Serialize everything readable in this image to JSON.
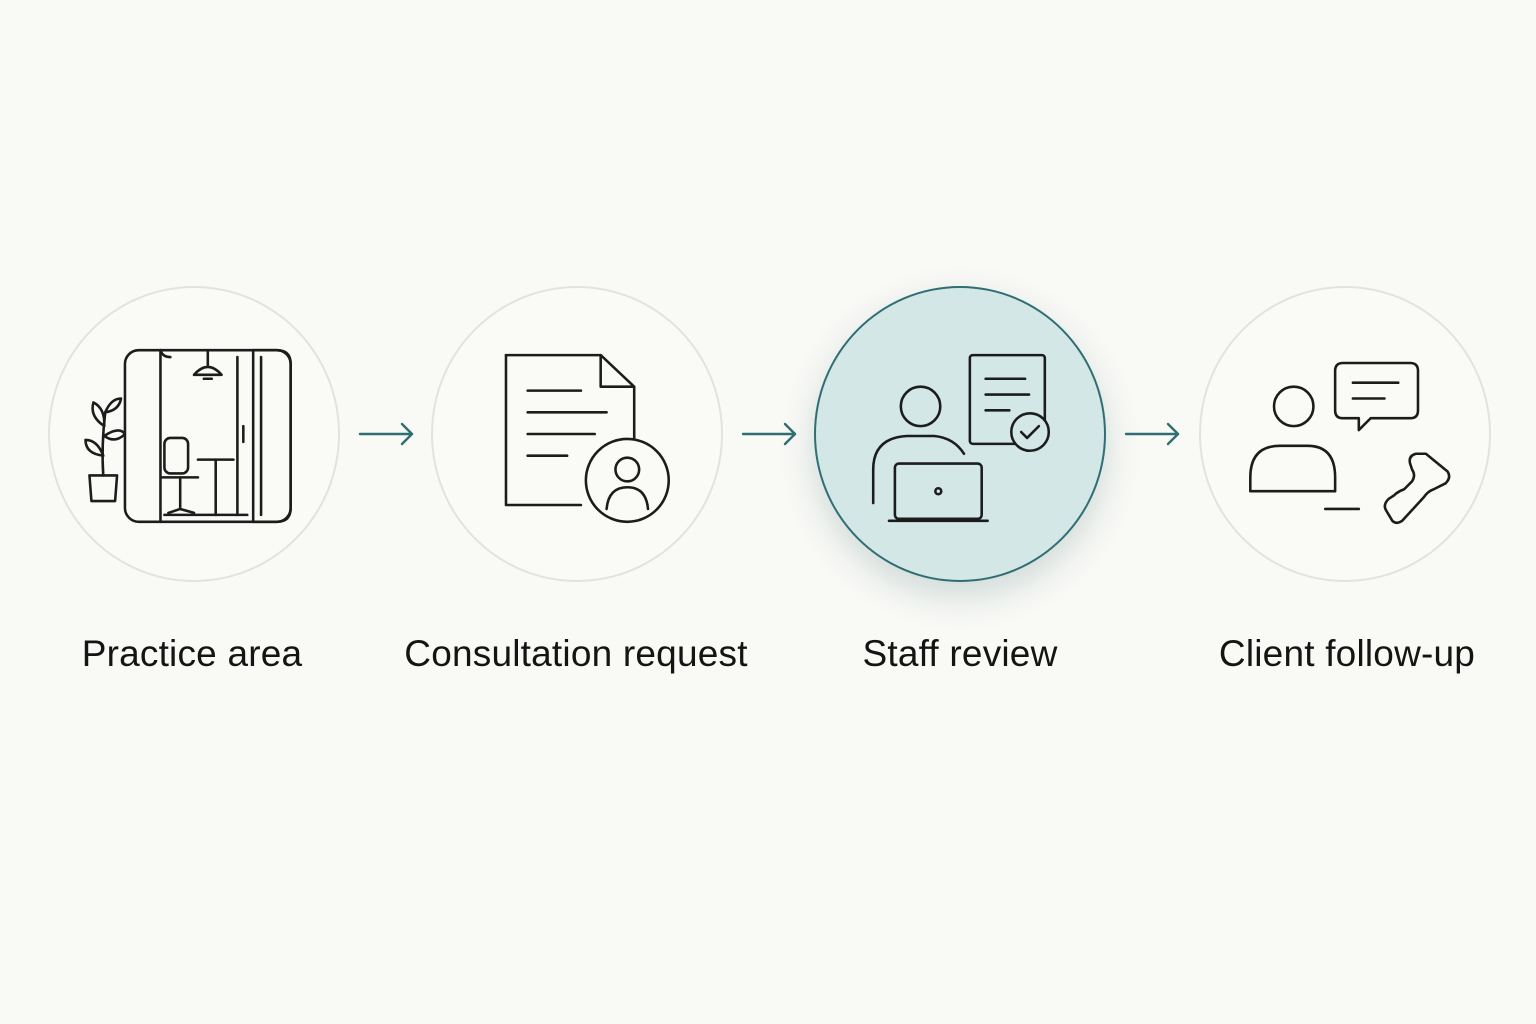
{
  "steps": [
    {
      "label": "Practice area",
      "icon": "office-booth-icon"
    },
    {
      "label": "Consultation request",
      "icon": "document-user-icon"
    },
    {
      "label": "Staff review",
      "icon": "person-laptop-review-icon"
    },
    {
      "label": "Client follow-up",
      "icon": "person-chat-phone-icon"
    }
  ],
  "active_step": 2,
  "colors": {
    "background": "#f9f9f6",
    "accent": "#2f6e72",
    "active_fill": "#d3e7e7",
    "stroke": "#1c1c1c",
    "text": "#141414"
  }
}
